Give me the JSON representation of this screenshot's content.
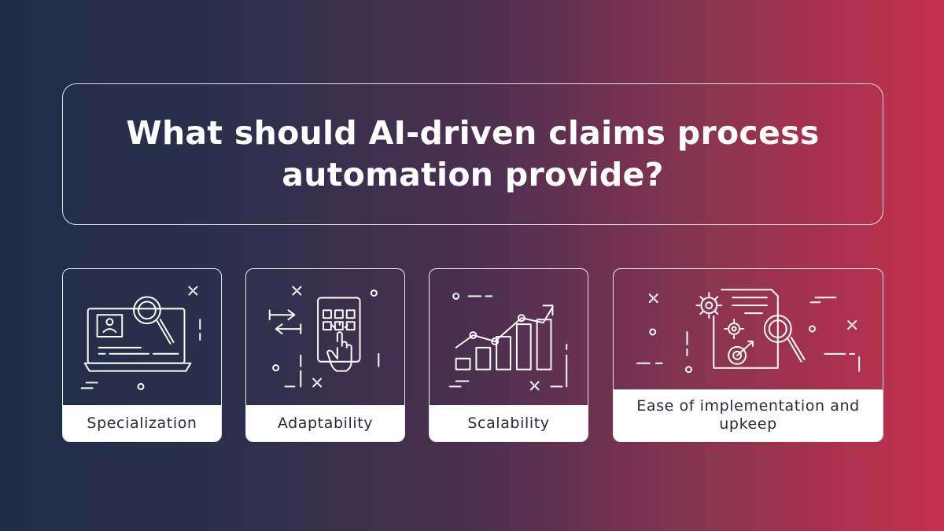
{
  "title": "What should AI-driven claims process automation provide?",
  "cards": [
    {
      "label": "Specialization",
      "icon": "laptop-magnifier-icon"
    },
    {
      "label": "Adaptability",
      "icon": "tablet-touch-icon"
    },
    {
      "label": "Scalability",
      "icon": "growth-chart-icon"
    },
    {
      "label": "Ease of implementation and upkeep",
      "icon": "document-gears-icon"
    }
  ],
  "colors": {
    "gradient_start": "#1f2d48",
    "gradient_end": "#c5304c",
    "label_background": "#ffffff",
    "label_text": "#2a2a3a"
  }
}
